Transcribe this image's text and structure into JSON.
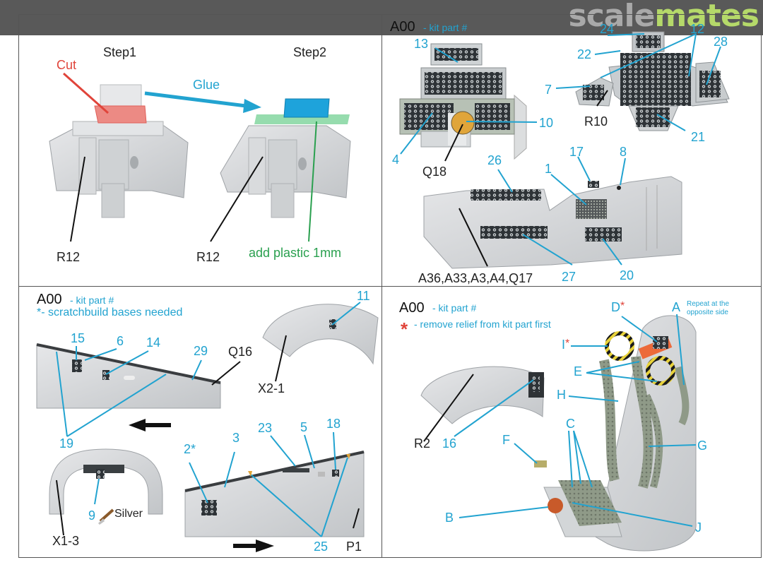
{
  "logo": {
    "part1": "scale",
    "part2": "mates"
  },
  "q1": {
    "step1": "Step1",
    "step2": "Step2",
    "cut": "Cut",
    "glue": "Glue",
    "r12_a": "R12",
    "r12_b": "R12",
    "add_plastic": "add plastic 1mm"
  },
  "q2": {
    "heading": "A00",
    "subheading": "- kit part #",
    "labels": {
      "n13": "13",
      "n24": "24",
      "n12": "12",
      "n28": "28",
      "n22": "22",
      "n7": "7",
      "n10": "10",
      "r10": "R10",
      "n21": "21",
      "n4": "4",
      "q18": "Q18",
      "n26": "26",
      "n17": "17",
      "n8": "8",
      "n1": "1",
      "a36": "A36,A33,A3,A4,Q17",
      "n27": "27",
      "n20": "20"
    }
  },
  "q3": {
    "heading": "A00",
    "subheading": "- kit part #",
    "asterisk": "*",
    "note": "- scratchbuild bases needed",
    "labels": {
      "n11": "11",
      "n15": "15",
      "n6": "6",
      "n14": "14",
      "n29": "29",
      "q16": "Q16",
      "x21": "X2-1",
      "n19": "19",
      "n2": "2",
      "n2star": "*",
      "n3": "3",
      "n23": "23",
      "n5": "5",
      "n18": "18",
      "n9": "9",
      "silver": "Silver",
      "x13": "X1-3",
      "n25": "25",
      "p1": "P1"
    }
  },
  "q4": {
    "heading": "A00",
    "subheading": "- kit part #",
    "asterisk": "*",
    "note": "- remove relief from kit part first",
    "repeat_line1": "Repeat at the",
    "repeat_line2": "opposite side",
    "labels": {
      "d": "D",
      "dstar": "*",
      "a": "A",
      "i": "I",
      "istar": "*",
      "e": "E",
      "h": "H",
      "r2": "R2",
      "n16": "16",
      "c": "C",
      "f": "F",
      "g": "G",
      "b": "B",
      "j": "J"
    }
  },
  "colors": {
    "cyan": "#22a3d0",
    "red": "#e0443a",
    "green": "#2aa04f",
    "part_grey": "#d4d6d8",
    "bar": "#595959"
  }
}
